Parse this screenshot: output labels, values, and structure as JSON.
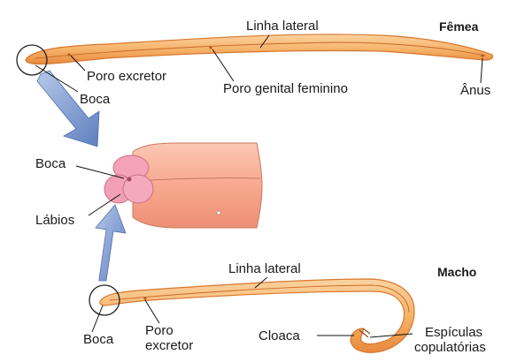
{
  "female": {
    "title": "Fêmea",
    "labels": {
      "lateral_line": "Linha lateral",
      "excretory_pore": "Poro excretor",
      "mouth": "Boca",
      "genital_pore": "Poro genital feminino",
      "anus": "Ânus"
    }
  },
  "head_detail": {
    "labels": {
      "mouth": "Boca",
      "lips": "Lábios"
    }
  },
  "male": {
    "title": "Macho",
    "labels": {
      "lateral_line": "Linha lateral",
      "mouth": "Boca",
      "excretory_pore_line1": "Poro",
      "excretory_pore_line2": "excretor",
      "cloaca": "Cloaca",
      "spicules_line1": "Espículas",
      "spicules_line2": "copulatórias"
    }
  },
  "colors": {
    "worm_fill": "#f6b36a",
    "worm_edge": "#e07a2e",
    "head_fill": "#f7a98f",
    "lips_fill": "#f4a3b8",
    "arrow_fill": "#6f8fc8"
  }
}
